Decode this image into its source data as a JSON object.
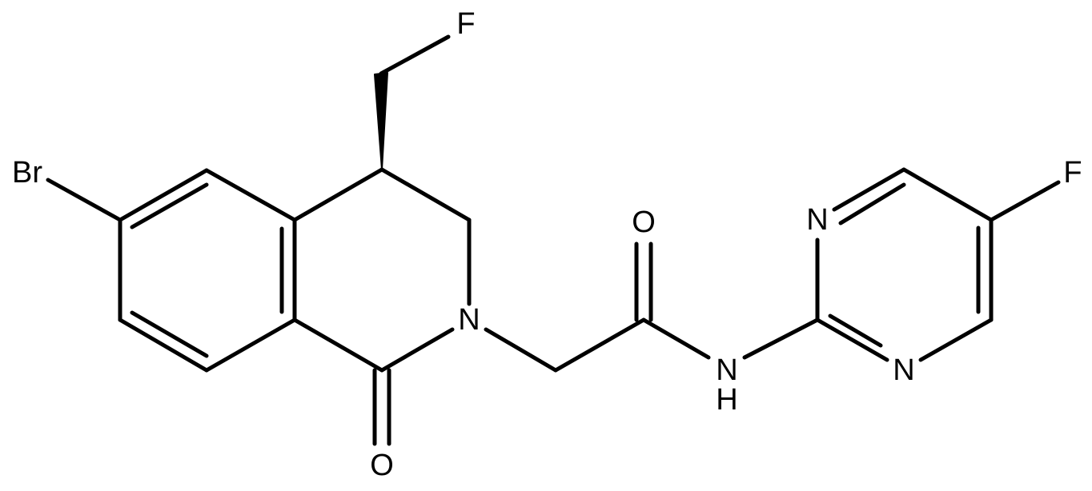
{
  "colors": {
    "background": "#ffffff",
    "bond": "#000000",
    "label": "#000000"
  },
  "atoms": {
    "br": "Br",
    "f_methyl": "F",
    "f_ring": "F",
    "n_lactam": "N",
    "o_lactam": "O",
    "o_amide": "O",
    "n_amide": "N",
    "h_amide": "H",
    "n_pyr_top": "N",
    "n_pyr_bottom": "N"
  }
}
